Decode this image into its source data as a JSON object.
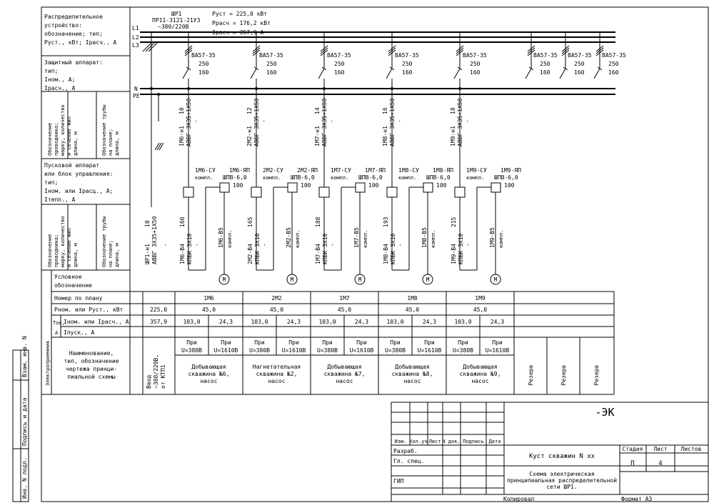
{
  "header": {
    "panel_name": "ШР1",
    "panel_type": "ПР11-3121-21УЗ",
    "panel_voltage": "~380/220В",
    "p_inst": "Руст = 225,0 кВт",
    "p_calc": "Ррасч = 176,2 кВт",
    "i_calc": "Iрасч = 357,9 А"
  },
  "buses": {
    "l1": "L1",
    "l2": "L2",
    "l3": "L3",
    "n": "N",
    "pe": "PE"
  },
  "left_labels": {
    "distribution": [
      "Распределительное",
      "устройство:",
      "обозначение; тип;",
      "Руст., кВт; Iрасч., А"
    ],
    "protective": [
      "Защитный аппарат:",
      "тип;",
      "Iном., А;",
      "Iрасч., А"
    ],
    "wire_group1": {
      "col1": [
        "Обозначение",
        "проводника;",
        "марку, количество",
        "и сечение жил"
      ],
      "col2": [
        "длина, м"
      ],
      "col3": [
        "Обозначение трубы",
        "на плане;",
        "длина, м"
      ]
    },
    "starter": [
      "Пусковой аппарат",
      "или блок управления:",
      "тип;",
      "Iном. или Iрасц., А;",
      "Iтепл., А"
    ],
    "wire_group2": {
      "col1": [
        "Обозначение",
        "проводника;",
        "марку, количество",
        "и сечение жил"
      ],
      "col2": [
        "длина, м"
      ],
      "col3": [
        "Обозначение трубы",
        "на плане;",
        "длина, м"
      ]
    },
    "receiver": "Электроприемник",
    "cond_symbol": [
      "Условное",
      "обозначение"
    ],
    "plan_number": "Номер по плану",
    "p_nom": "Рном. или Руст., кВт",
    "i_label": "Iном. или Iрасч., А",
    "i_start": "Iпуск., А",
    "tok": "Ток,",
    "amp": "А",
    "name": [
      "Наименование,",
      "тип, обозначение",
      "чертежа принци-",
      "пиальной схемы"
    ]
  },
  "input": {
    "cable_id": "ШР1-н1",
    "cable_len": "10",
    "cable_mark": "АВВГ 3Х35+1Х50",
    "dash": "-",
    "total_p": "225,0",
    "total_i": "357,9",
    "name": [
      "Ввод",
      "~380/220В,",
      "от КТП1"
    ]
  },
  "feeders": [
    {
      "breaker": "ВА57-35",
      "inom": "250",
      "irasc": "160",
      "cable1_id": "1М6-н1",
      "cable1_len": "10",
      "cable1_mark": "АВВГ 3Х35+1Х50",
      "starter_id": "1М6-СУ",
      "starter_note": "компл.",
      "box_id": "1М6-ЯП",
      "box_type": "ШПВ-6,0",
      "box_i": "100",
      "cable2_id": "1М6-В4",
      "cable2_len": "160",
      "cable2_mark": "КПБК 3Х10",
      "cable3_id": "1М6-В5",
      "cable3_note": "компл.",
      "plan": "1М6",
      "p": "45,0",
      "i1": "103,0",
      "i2": "24,3",
      "v1_pre": "При",
      "v1": "U=380В",
      "v2_pre": "При",
      "v2": "U=1610В",
      "name": [
        "Добывающая",
        "скважина №6,",
        "насос"
      ]
    },
    {
      "breaker": "ВА57-35",
      "inom": "250",
      "irasc": "160",
      "cable1_id": "2М2-н1",
      "cable1_len": "12",
      "cable1_mark": "АВВГ 3Х35+1Х50",
      "starter_id": "2М2-СУ",
      "starter_note": "компл.",
      "box_id": "2М2-ЯП",
      "box_type": "ШПВ-6,0",
      "box_i": "100",
      "cable2_id": "2М2-В4",
      "cable2_len": "165",
      "cable2_mark": "КПБК 3Х10",
      "cable3_id": "2М2-В5",
      "cable3_note": "компл.",
      "plan": "2М2",
      "p": "45,0",
      "i1": "103,0",
      "i2": "24,3",
      "v1_pre": "При",
      "v1": "U=380В",
      "v2_pre": "При",
      "v2": "U=1610В",
      "name": [
        "Нагнетательная",
        "скважина №2,",
        "насос"
      ]
    },
    {
      "breaker": "ВА57-35",
      "inom": "250",
      "irasc": "160",
      "cable1_id": "1М7-н1",
      "cable1_len": "14",
      "cable1_mark": "АВВГ 3Х35+1Х50",
      "starter_id": "1М7-СУ",
      "starter_note": "компл.",
      "box_id": "1М7-ЯП",
      "box_type": "ШПВ-6,0",
      "box_i": "100",
      "cable2_id": "1М7-В4",
      "cable2_len": "188",
      "cable2_mark": "КПБК 3Х10",
      "cable3_id": "1М7-В5",
      "cable3_note": "компл.",
      "plan": "1М7",
      "p": "45,0",
      "i1": "103,0",
      "i2": "24,3",
      "v1_pre": "При",
      "v1": "U=380В",
      "v2_pre": "При",
      "v2": "U=1610В",
      "name": [
        "Добывающая",
        "скважина №7,",
        "насос"
      ]
    },
    {
      "breaker": "ВА57-35",
      "inom": "250",
      "irasc": "160",
      "cable1_id": "1М8-н1",
      "cable1_len": "16",
      "cable1_mark": "АВВГ 3Х35+1Х50",
      "starter_id": "1М8-СУ",
      "starter_note": "компл.",
      "box_id": "1М8-ЯП",
      "box_type": "ШПВ-6,0",
      "box_i": "100",
      "cable2_id": "1М8-В4",
      "cable2_len": "193",
      "cable2_mark": "КПБК 3Х10",
      "cable3_id": "1М8-В5",
      "cable3_note": "компл.",
      "plan": "1М8",
      "p": "45,0",
      "i1": "103,0",
      "i2": "24,3",
      "v1_pre": "При",
      "v1": "U=380В",
      "v2_pre": "При",
      "v2": "U=1610В",
      "name": [
        "Добывающая",
        "скважина №8,",
        "насос"
      ]
    },
    {
      "breaker": "ВА57-35",
      "inom": "250",
      "irasc": "160",
      "cable1_id": "1М9-н1",
      "cable1_len": "18",
      "cable1_mark": "АВВГ 3Х35+1Х50",
      "starter_id": "1М9-СУ",
      "starter_note": "компл.",
      "box_id": "1М9-ЯП",
      "box_type": "ШПВ-6,0",
      "box_i": "100",
      "cable2_id": "1М9-В4",
      "cable2_len": "215",
      "cable2_mark": "КПБК 3Х10",
      "cable3_id": "1М9-В5",
      "cable3_note": "компл.",
      "plan": "1М9",
      "p": "45,0",
      "i1": "103,0",
      "i2": "24,3",
      "v1_pre": "При",
      "v1": "U=380В",
      "v2_pre": "При",
      "v2": "U=1610В",
      "name": [
        "Добывающая",
        "скважина №9,",
        "насос"
      ]
    }
  ],
  "spares": [
    {
      "breaker": "ВА57-35",
      "inom": "250",
      "irasc": "160",
      "name": "Резерв"
    },
    {
      "breaker": "ВА57-35",
      "inom": "250",
      "irasc": "160",
      "name": "Резерв"
    },
    {
      "breaker": "ВА57-35",
      "inom": "250",
      "irasc": "160",
      "name": "Резерв"
    }
  ],
  "motor_symbol": "М",
  "title_block": {
    "code": "-ЭК",
    "project": "Куст скважин N xx",
    "title": [
      "Схема электрическая",
      "принципиальная распределительной",
      "сети ШР1."
    ],
    "stage_label": "Стадия",
    "sheet_label": "Лист",
    "sheets_label": "Листов",
    "stage": "П",
    "sheet": "4",
    "sheets": "",
    "headers": [
      "Изм.",
      "Кол.уч",
      "Лист",
      "N док.",
      "Подпись",
      "Дата"
    ],
    "roles": [
      "Разраб.",
      "Гл. спец.",
      "",
      "ГИП"
    ],
    "copied": "Копировал",
    "format": "Формат А3"
  },
  "side_stamp": [
    "Инв. N подл.",
    "Подпись и дата",
    "Взам. инв. N"
  ]
}
